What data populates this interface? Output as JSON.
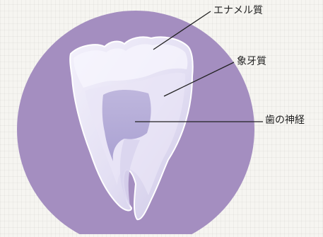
{
  "labels": {
    "enamel": "エナメル質",
    "dentin": "象牙質",
    "pulp": "歯の神経"
  },
  "colors": {
    "background": "#f6f5f1",
    "circle": "#a48ec0",
    "tooth": "#e6e3f5",
    "leader": "#222222"
  }
}
